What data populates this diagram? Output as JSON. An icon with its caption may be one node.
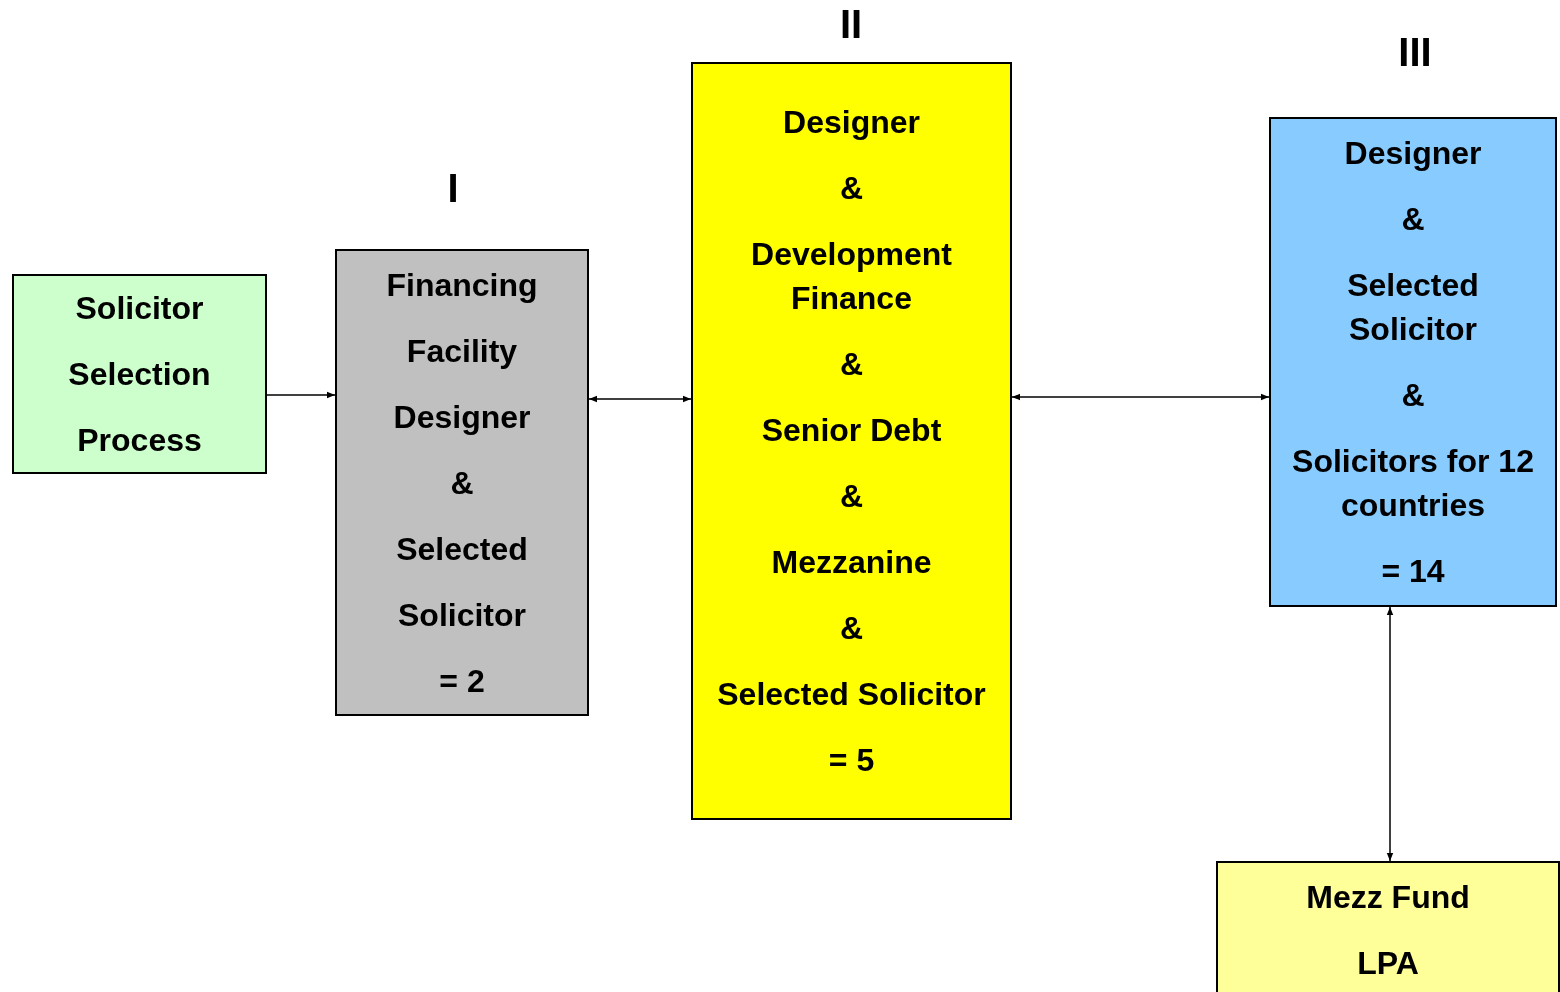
{
  "diagram": {
    "nodes": [
      {
        "text": [
          "Solicitor",
          "Selection",
          "Process"
        ]
      },
      {
        "text": [
          "Financing",
          "Facility",
          "Designer",
          "&",
          "Selected",
          "Solicitor",
          "= 2"
        ],
        "beside": [
          "I"
        ]
      },
      {
        "text": [
          "Designer",
          "&",
          "Development Finance",
          "&",
          "Senior Debt",
          "&",
          "Mezzanine",
          "&",
          "Selected Solicitor",
          "= 5"
        ],
        "beside": [
          "II"
        ]
      },
      {
        "text": [
          "Designer",
          "&",
          "Selected Solicitor",
          "&",
          "Solicitors for 12 countries",
          "= 14"
        ],
        "beside": [
          "III"
        ]
      },
      {
        "text": [
          "Mezz Fund",
          "LPA"
        ]
      }
    ],
    "edges": [
      {
        "from": 0,
        "to": 1,
        "arrow": "to"
      },
      {
        "from": 1,
        "to": 2,
        "arrow": "both"
      },
      {
        "from": 2,
        "to": 3,
        "arrow": "both"
      },
      {
        "from": 3,
        "to": 4,
        "arrow": "both"
      }
    ]
  }
}
